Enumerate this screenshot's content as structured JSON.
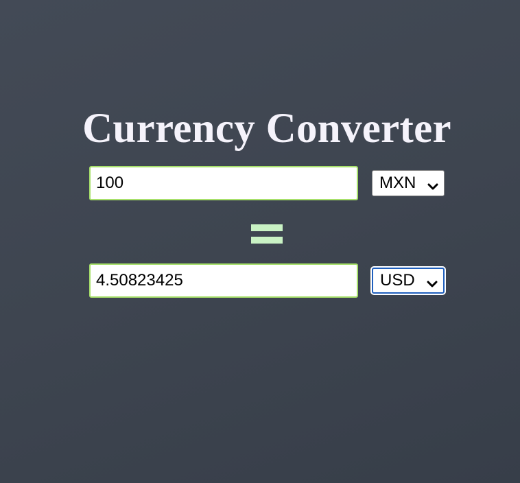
{
  "app": {
    "title": "Currency Converter"
  },
  "from": {
    "amount": "100",
    "currency": "MXN"
  },
  "equals_symbol": "=",
  "to": {
    "amount": "4.50823425",
    "currency": "USD"
  },
  "icons": {
    "select_arrow": "chevron-down-icon",
    "equals": "equals-icon"
  },
  "colors": {
    "background": "#3e4550",
    "title_text": "#f5f3fb",
    "input_border": "#a7e06a",
    "equals": "#c9f2c4",
    "focus_ring": "#1f5fbd"
  }
}
